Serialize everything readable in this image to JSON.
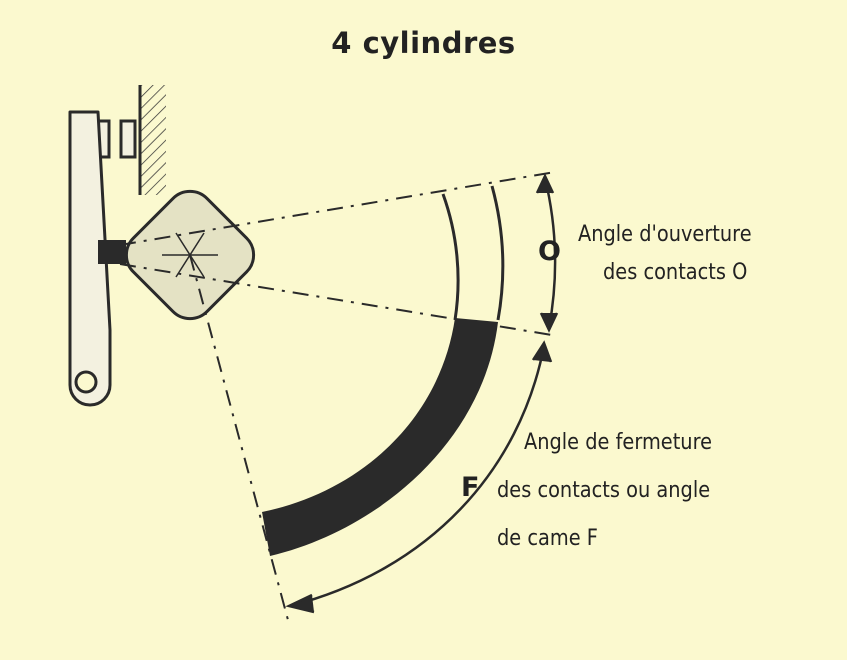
{
  "title": "4 cylindres",
  "opening": {
    "symbol": "O",
    "label_line1": "Angle d'ouverture",
    "label_line2": "des contacts O"
  },
  "closing": {
    "symbol": "F",
    "label_line1": "Angle de fermeture",
    "label_line2": "des contacts ou angle",
    "label_line3": "de came F"
  },
  "colors": {
    "background": "#fbf9cf",
    "ink": "#2a2a2a",
    "cam_fill": "#e4e2c4",
    "breaker_fill": "#f3f1e0"
  }
}
